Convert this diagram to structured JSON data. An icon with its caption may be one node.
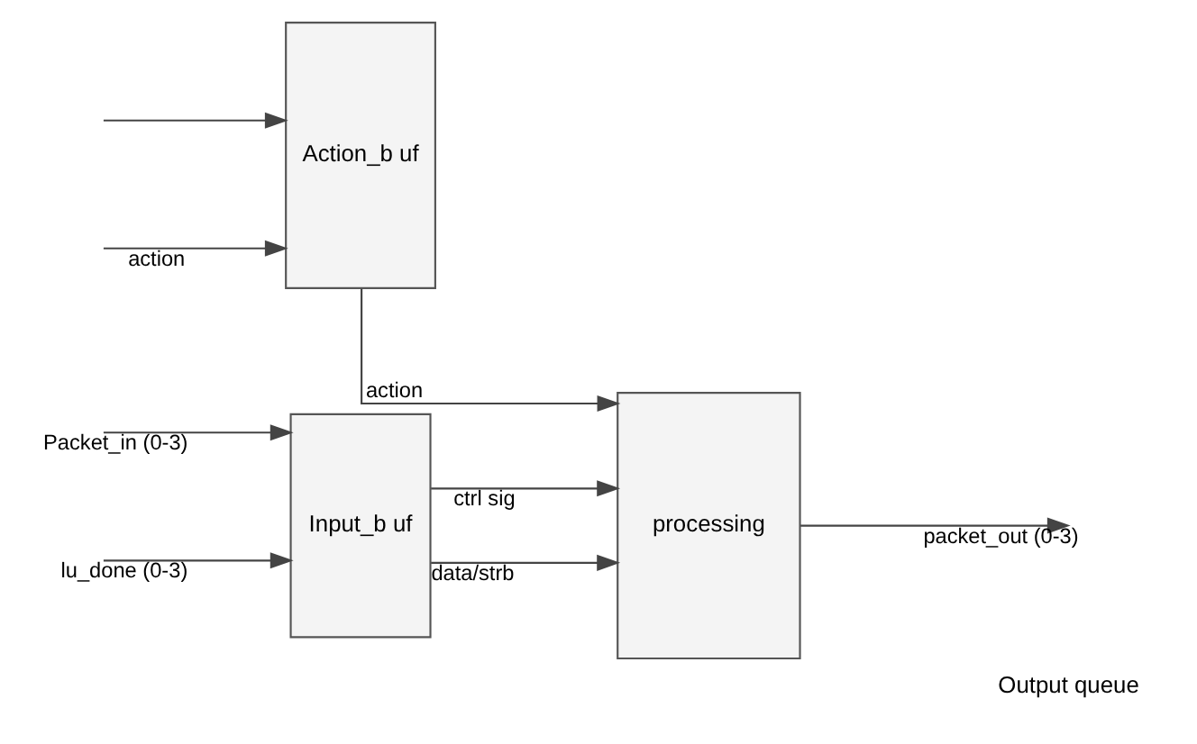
{
  "diagram": {
    "nodes": [
      {
        "text": [
          "Input_b uf"
        ]
      },
      {
        "text": [
          "processing"
        ]
      },
      {
        "text": [
          "Action_b uf"
        ]
      }
    ],
    "edges": [
      {
        "from": null,
        "to": 0,
        "label": "Packet_in (0-3)",
        "arrow": "to"
      },
      {
        "from": null,
        "to": 0,
        "label": "lu_done (0-3)",
        "arrow": "to"
      },
      {
        "from": null,
        "to": 2,
        "arrow": "to"
      },
      {
        "from": 0,
        "to": 1,
        "label": "data/strb",
        "arrow": "to"
      },
      {
        "from": 0,
        "to": 1,
        "label": "ctrl sig",
        "arrow": "to"
      },
      {
        "from": 2,
        "to": 1,
        "label": "action",
        "arrow": "to"
      },
      {
        "from": null,
        "to": 2,
        "label": "action",
        "arrow": "to"
      },
      {
        "from": 1,
        "to": null,
        "label": "packet_out (0-3)",
        "arrow": "to"
      }
    ],
    "labels": [
      "Output queue"
    ]
  }
}
